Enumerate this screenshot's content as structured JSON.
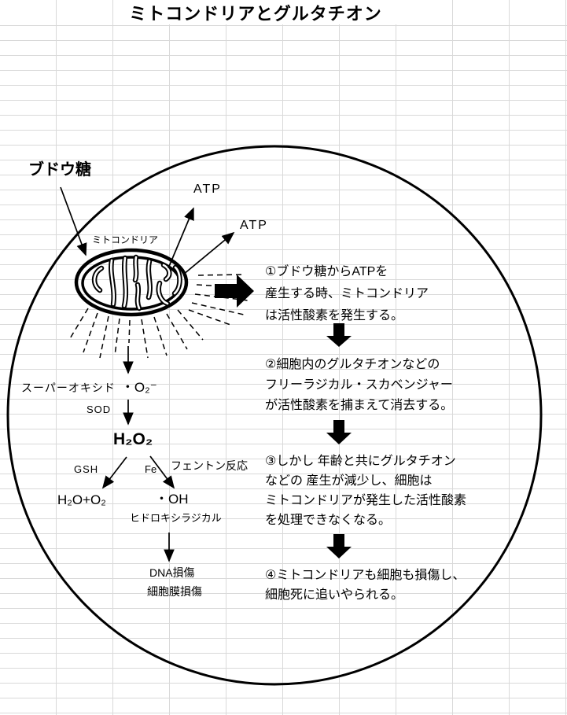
{
  "title": "ミトコンドリアとグルタチオン",
  "labels": {
    "glucose": "ブドウ糖",
    "mitochondria": "ミトコンドリア",
    "atp_1": "ATP",
    "atp_2": "ATP",
    "superoxide_name": "スーパーオキシド",
    "superoxide_formula": "・O₂⁻",
    "sod": "SOD",
    "hydrogen_peroxide": "H₂O₂",
    "gsh": "GSH",
    "fe": "Fe",
    "fenton_reaction": "フェントン反応",
    "water_oxygen": "H₂O+O₂",
    "hydroxyl_formula": "・OH",
    "hydroxyl_radical": "ヒドロキシラジカル",
    "dna_damage": "DNA損傷",
    "membrane_damage": "細胞膜損傷"
  },
  "steps": [
    {
      "lines": [
        "①ブドウ糖からATPを",
        "産生する時、ミトコンドリア",
        "は活性酸素を発生する。"
      ]
    },
    {
      "lines": [
        "②細胞内のグルタチオンなどの",
        "フリーラジカル・スカベンジャー",
        "が活性酸素を捕まえて消去する。"
      ]
    },
    {
      "lines": [
        "③しかし 年齢と共にグルタチオン",
        "などの 産生が減少し、細胞は",
        "ミトコンドリアが発生した活性酸素",
        "を処理できなくなる。"
      ]
    },
    {
      "lines": [
        "④ミトコンドリアも細胞も損傷し、",
        "細胞死に追いやられる。"
      ]
    }
  ],
  "colors": {
    "ink": "#000000",
    "grid": "#d9d9d9",
    "background": "#ffffff"
  }
}
